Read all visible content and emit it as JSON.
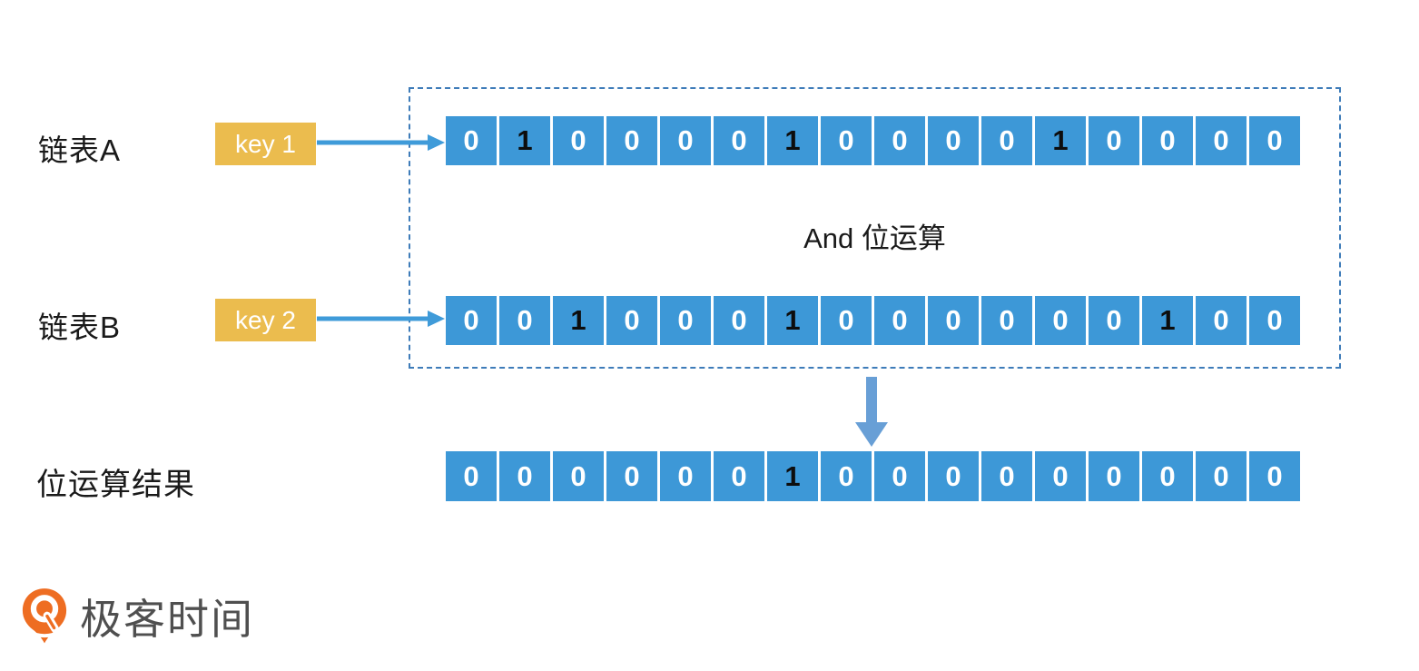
{
  "colors": {
    "cell": "#3d98d7",
    "key_box": "#ebbc4e",
    "arrow": "#3f9bd9",
    "down_arrow": "#689fd6",
    "dotted_border": "#3e7cb9",
    "logo_orange": "#ee6d22",
    "logo_text": "#4f4f4f",
    "text": "#1a1a1a"
  },
  "rows": [
    {
      "label": "链表A",
      "key_label": "key 1",
      "bits": [
        0,
        1,
        0,
        0,
        0,
        0,
        1,
        0,
        0,
        0,
        0,
        1,
        0,
        0,
        0,
        0
      ]
    },
    {
      "label": "链表B",
      "key_label": "key 2",
      "bits": [
        0,
        0,
        1,
        0,
        0,
        0,
        1,
        0,
        0,
        0,
        0,
        0,
        0,
        1,
        0,
        0
      ]
    }
  ],
  "operation_label": "And 位运算",
  "result_row": {
    "label": "位运算结果",
    "bits": [
      0,
      0,
      0,
      0,
      0,
      0,
      1,
      0,
      0,
      0,
      0,
      0,
      0,
      0,
      0,
      0
    ]
  },
  "logo": {
    "text": "极客时间"
  }
}
